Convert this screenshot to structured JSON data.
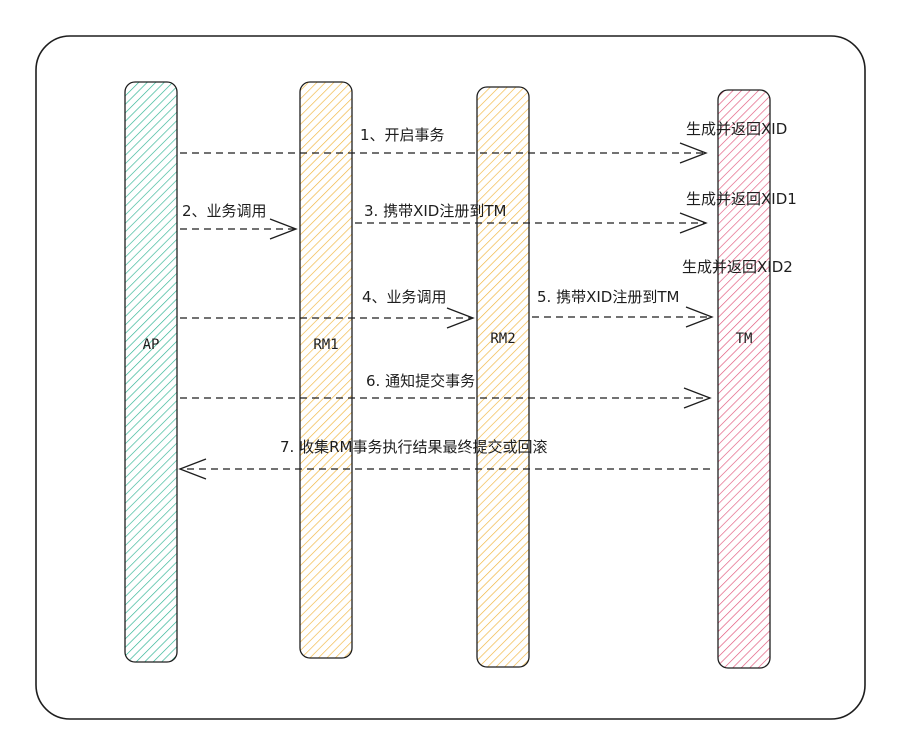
{
  "colors": {
    "ap": "#2fb393",
    "rm1": "#f0b43c",
    "rm2": "#f0b43c",
    "tm": "#e0557a",
    "stroke": "#1e1e1e"
  },
  "lanes": {
    "ap": "AP",
    "rm1": "RM1",
    "rm2": "RM2",
    "tm": "TM"
  },
  "messages": {
    "m1": "1、开启事务",
    "m2": "2、业务调用",
    "m3": "3. 携带XID注册到TM",
    "m4": "4、业务调用",
    "m5": "5. 携带XID注册到TM",
    "m6": "6. 通知提交事务",
    "m7": "7. 收集RM事务执行结果最终提交或回滚"
  },
  "notes": {
    "n1": "生成并返回XID",
    "n2": "生成并返回XID1",
    "n3": "生成并返回XID2"
  }
}
